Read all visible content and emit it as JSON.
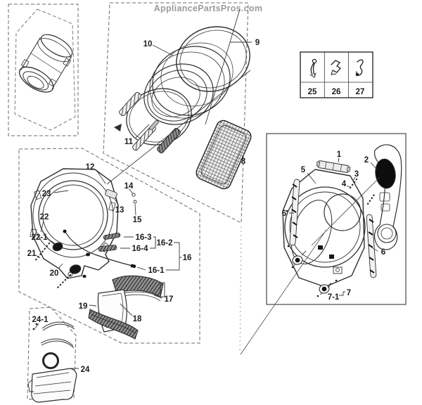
{
  "watermark": "AppliancePartsPros.com",
  "labels": {
    "1": "1",
    "2": "2",
    "3": "3",
    "4": "4",
    "5": "5",
    "6": "6",
    "7": "7",
    "7-1": "7-1",
    "8": "8",
    "9": "9",
    "10": "10",
    "11": "11",
    "12": "12",
    "13": "13",
    "14": "14",
    "15": "15",
    "16": "16",
    "16-1": "16-1",
    "16-2": "16-2",
    "16-3": "16-3",
    "16-4": "16-4",
    "17": "17",
    "18": "18",
    "19": "19",
    "20": "20",
    "21": "21",
    "22": "22",
    "22-1": "22-1",
    "23": "23",
    "24": "24",
    "24-1": "24-1"
  },
  "parts_table": {
    "items": [
      {
        "number": "25",
        "icon": "retainer-clip-icon"
      },
      {
        "number": "26",
        "icon": "cord-clamp-icon"
      },
      {
        "number": "27",
        "icon": "wire-hook-icon"
      }
    ]
  },
  "colors": {
    "line": "#2e2e2e",
    "dashed_border": "#6b6b6b",
    "dark_fill": "#111111",
    "watermark_gray": "#9b9b9b",
    "background": "#ffffff"
  }
}
